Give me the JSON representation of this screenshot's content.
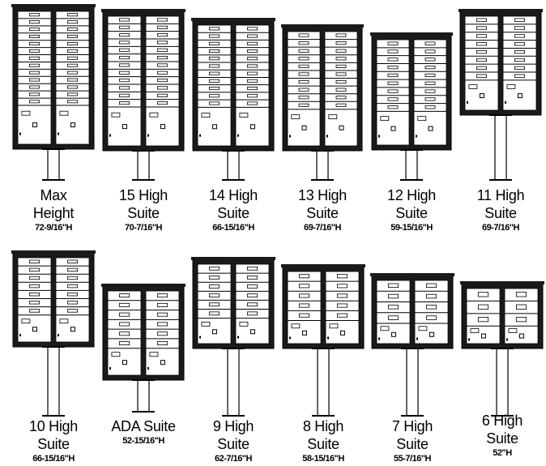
{
  "items": [
    {
      "id": "max-height",
      "lines": [
        "Max",
        "Height"
      ],
      "dimension": "72-9/16\"H",
      "rows": 13,
      "doors": 2,
      "compartment": "cluster-box-unit"
    },
    {
      "id": "15-high",
      "lines": [
        "15 High",
        "Suite"
      ],
      "dimension": "70-7/16\"H",
      "rows": 12,
      "doors": 2,
      "compartment": "cluster-box-unit"
    },
    {
      "id": "14-high",
      "lines": [
        "14 High",
        "Suite"
      ],
      "dimension": "66-15/16\"H",
      "rows": 11,
      "doors": 2,
      "compartment": "cluster-box-unit"
    },
    {
      "id": "13-high",
      "lines": [
        "13 High",
        "Suite"
      ],
      "dimension": "69-7/16\"H",
      "rows": 10,
      "doors": 2,
      "compartment": "cluster-box-unit"
    },
    {
      "id": "12-high",
      "lines": [
        "12 High",
        "Suite"
      ],
      "dimension": "59-15/16\"H",
      "rows": 9,
      "doors": 2,
      "compartment": "cluster-box-unit"
    },
    {
      "id": "11-high",
      "lines": [
        "11 High",
        "Suite"
      ],
      "dimension": "69-7/16\"H",
      "rows": 8,
      "doors": 2,
      "compartment": "cluster-box-unit"
    },
    {
      "id": "10-high",
      "lines": [
        "10 High",
        "Suite"
      ],
      "dimension": "66-15/16\"H",
      "rows": 7,
      "doors": 2,
      "compartment": "cluster-box-unit"
    },
    {
      "id": "ada-suite",
      "lines": [
        "ADA Suite"
      ],
      "dimension": "52-15/16\"H",
      "rows": 6,
      "doors": 2,
      "compartment": "cluster-box-unit"
    },
    {
      "id": "9-high",
      "lines": [
        "9 High",
        "Suite"
      ],
      "dimension": "62-7/16\"H",
      "rows": 6,
      "doors": 2,
      "compartment": "cluster-box-unit"
    },
    {
      "id": "8-high",
      "lines": [
        "8 High",
        "Suite"
      ],
      "dimension": "58-15/16\"H",
      "rows": 5,
      "doors": 2,
      "compartment": "cluster-box-unit"
    },
    {
      "id": "7-high",
      "lines": [
        "7 High",
        "Suite"
      ],
      "dimension": "55-7/16\"H",
      "rows": 4,
      "doors": 2,
      "compartment": "cluster-box-unit"
    },
    {
      "id": "6-high",
      "lines": [
        "6 High",
        "Suite"
      ],
      "dimension": "52\"H",
      "rows": 3,
      "doors": 2,
      "compartment": "cluster-box-unit"
    }
  ],
  "colors": {
    "ink": "#000000",
    "cabinet": "#1a1a1a",
    "panel": "#ffffff",
    "background": "#ffffff"
  }
}
